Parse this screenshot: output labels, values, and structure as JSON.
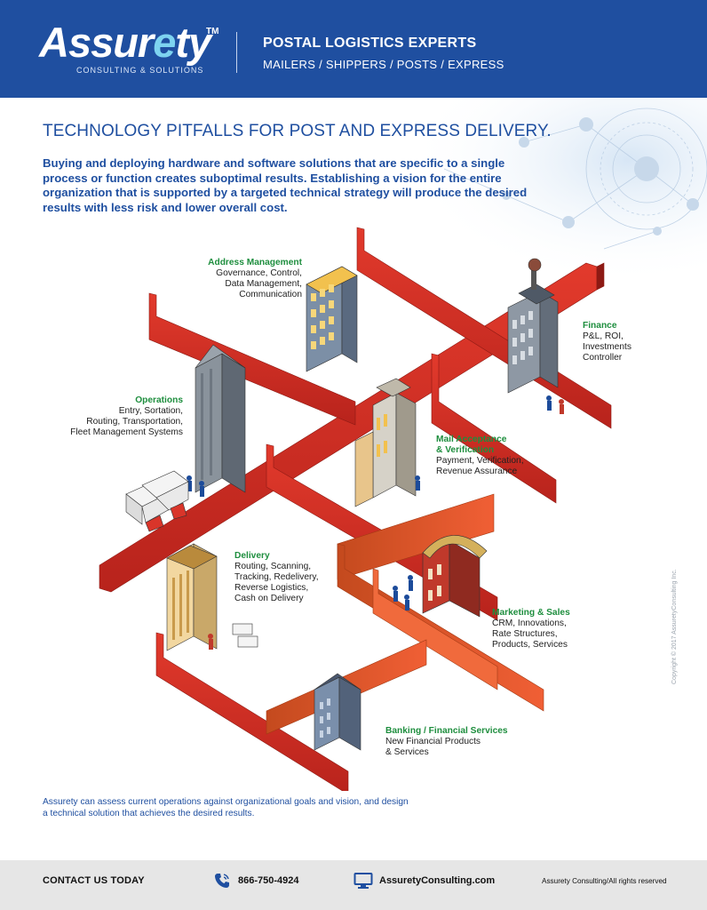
{
  "header": {
    "logo_text_pre": "Assur",
    "logo_text_e": "e",
    "logo_text_post": "ty",
    "logo_tm": "TM",
    "logo_tagline": "CONSULTING & SOLUTIONS",
    "title": "POSTAL LOGISTICS EXPERTS",
    "subtitle": "MAILERS / SHIPPERS / POSTS / EXPRESS"
  },
  "main": {
    "title": "TECHNOLOGY PITFALLS FOR POST AND EXPRESS DELIVERY.",
    "intro": "Buying and deploying hardware and software solutions that are specific to a single process or function creates suboptimal results. Establishing a vision for the entire organization that is supported by a targeted technical strategy will produce the desired results with less risk and lower overall cost."
  },
  "callouts": {
    "address": {
      "title": "Address Management",
      "desc": [
        "Governance, Control,",
        "Data Management,",
        "Communication"
      ]
    },
    "finance": {
      "title": "Finance",
      "desc": [
        "P&L, ROI,",
        "Investments",
        "Controller"
      ]
    },
    "operations": {
      "title": "Operations",
      "desc": [
        "Entry, Sortation,",
        "Routing, Transportation,",
        "Fleet Management Systems"
      ]
    },
    "mail": {
      "title": [
        "Mail Acceptance",
        "& Verification"
      ],
      "desc": [
        "Payment, Verification,",
        "Revenue Assurance"
      ]
    },
    "delivery": {
      "title": "Delivery",
      "desc": [
        "Routing, Scanning,",
        "Tracking, Redelivery,",
        "Reverse Logistics,",
        "Cash on Delivery"
      ]
    },
    "marketing": {
      "title": "Marketing & Sales",
      "desc": [
        "CRM, Innovations,",
        "Rate Structures,",
        "Products, Services"
      ]
    },
    "banking": {
      "title": "Banking / Financial Services",
      "desc": [
        "New Financial Products",
        "& Services"
      ]
    }
  },
  "copyright": "Copyright © 2017 AssuretyConsulting Inc.",
  "closing": "Assurety can assess current operations against organizational goals and vision, and design a technical solution that achieves the desired results.",
  "footer": {
    "contact": "CONTACT US TODAY",
    "phone": "866-750-4924",
    "website": "AssuretyConsulting.com",
    "rights": "Assurety Consulting/All rights reserved",
    "phone_icon": "phone-icon",
    "web_icon": "monitor-icon"
  },
  "colors": {
    "brand_blue": "#1f4fa0",
    "wall_red": "#d9352a",
    "wall_orange": "#e8532a",
    "callout_green": "#1e8e3e"
  }
}
